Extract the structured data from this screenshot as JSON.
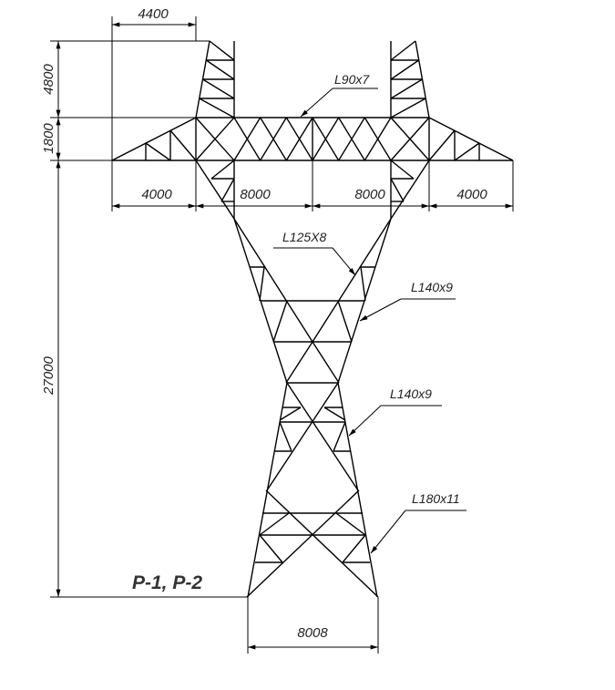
{
  "drawing": {
    "title": "P-1, P-2",
    "dimensions": {
      "top_width": "4400",
      "peak_height": "4800",
      "beam_height": "1800",
      "body_height": "27000",
      "left_arm": "4000",
      "center_left": "8000",
      "center_right": "8000",
      "right_arm": "4000",
      "base_width": "8008"
    },
    "profiles": {
      "beam": "L90x7",
      "upper_brace": "L125X8",
      "upper_leg": "L140x9",
      "middle_leg": "L140x9",
      "lower_leg": "L180x11"
    }
  }
}
